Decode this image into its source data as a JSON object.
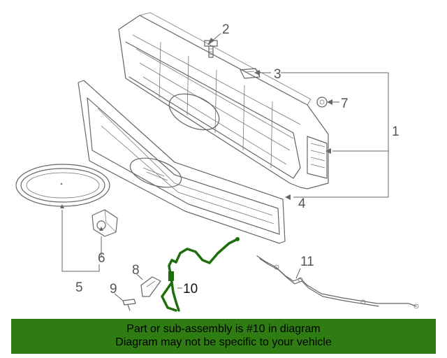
{
  "callouts": {
    "c1": "1",
    "c2": "2",
    "c3": "3",
    "c4": "4",
    "c5": "5",
    "c6": "6",
    "c7": "7",
    "c8": "8",
    "c9": "9",
    "c10": "10",
    "c11": "11"
  },
  "highlighted_part": "10",
  "colors": {
    "banner": "#2f7d12",
    "highlight_stroke": "#1f6e0c"
  },
  "banner": {
    "line1": "Part or sub-assembly is #10 in diagram",
    "line2": "Diagram may not be specific to your vehicle"
  }
}
